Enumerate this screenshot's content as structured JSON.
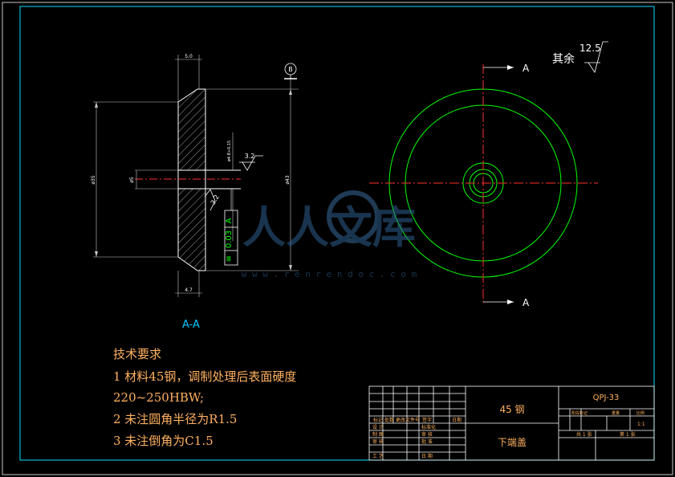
{
  "section_label": "A-A",
  "section_arrow": "A",
  "datum_letter": "B",
  "roughness": {
    "general_prefix": "其余",
    "general_value": "12.5",
    "face_value": "3.2",
    "bore_value": "3.2"
  },
  "tolerance": {
    "symbol": "≡",
    "value": "0.03",
    "datum": "A"
  },
  "dimensions": {
    "top_width": "5.0",
    "bottom_width": "4.7",
    "outer_dia": "ø35",
    "bore_dia": "ø5",
    "flange_dia": "ø43",
    "bore_fit": "ø4.8+0.15"
  },
  "tech_requirements": {
    "title": "技术要求",
    "items": [
      "1 材料45钢，调制处理后表面硬度",
      "220~250HBW;",
      "2 未注圆角半径为R1.5",
      "3 未注倒角为C1.5"
    ]
  },
  "title_block": {
    "material": "45 钢",
    "part_name": "下端盖",
    "drawing_no": "QPJ-33",
    "scale": "1:1",
    "header_cells": [
      "标记",
      "处数",
      "更改文件号",
      "签字",
      "日期"
    ],
    "role_rows": [
      "设 计",
      "制 图",
      "审 核",
      "工 艺"
    ],
    "mid_roles": [
      "标准化",
      "审 核",
      "批 准",
      "日 期"
    ],
    "right_headers": [
      "阶段标记",
      "重量",
      "比例"
    ],
    "sheet_total": "共 1 张",
    "sheet_no": "第 1 张"
  },
  "watermark": {
    "brand": "人人文库",
    "url": "w w w . r e n r e n d o c . c o m"
  }
}
